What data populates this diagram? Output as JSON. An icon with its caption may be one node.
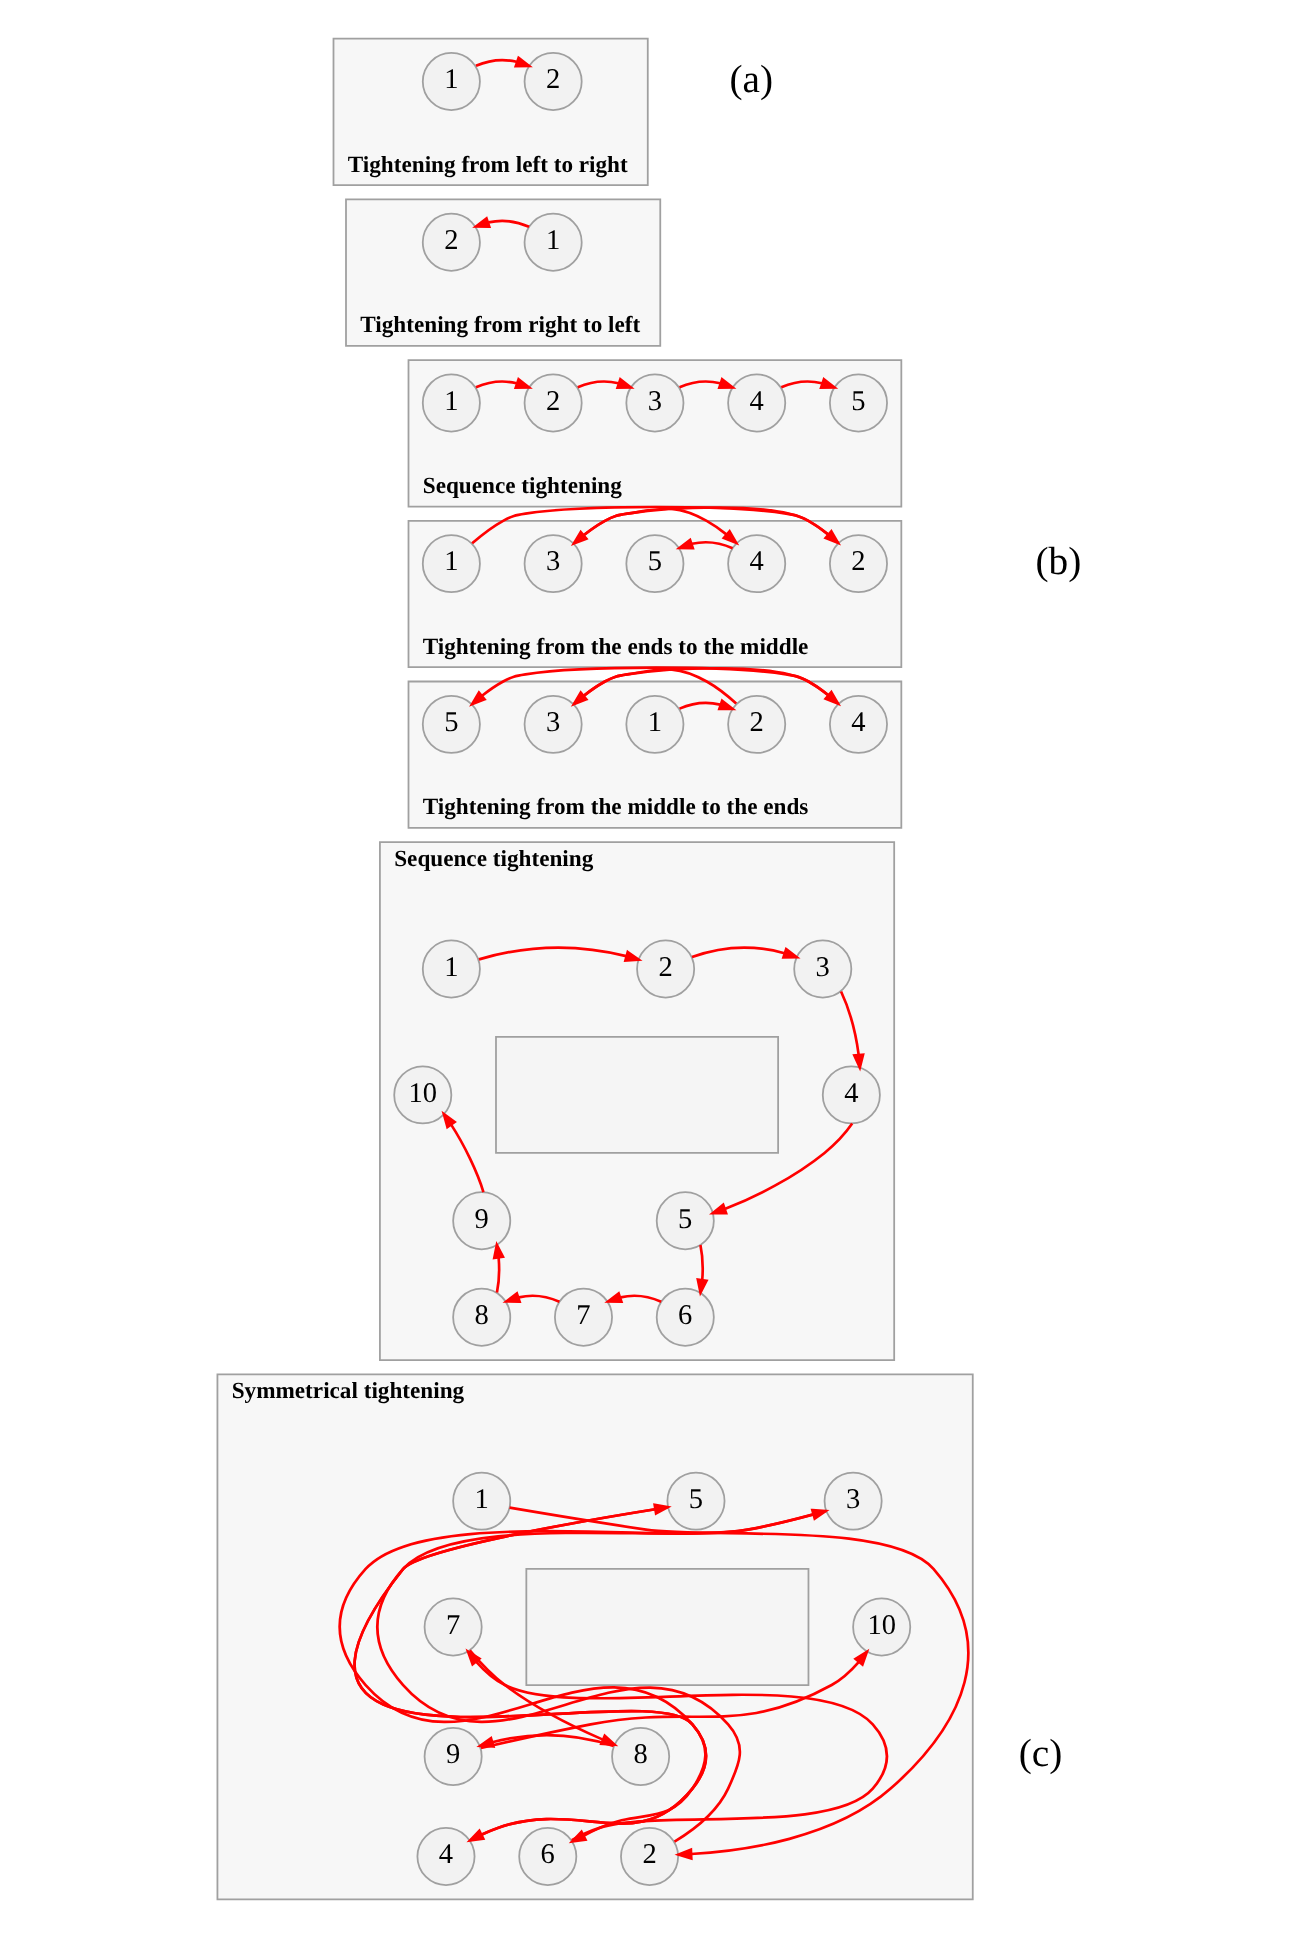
{
  "diagram": {
    "nodes": [
      {
        "text": [
          "Tightening from left to right"
        ]
      },
      {
        "text": [
          "1"
        ],
        "in": 0
      },
      {
        "text": [
          "2"
        ],
        "in": 0
      },
      {
        "text": [
          "Tightening from right to left"
        ]
      },
      {
        "text": [
          "2"
        ],
        "in": 3
      },
      {
        "text": [
          "1"
        ],
        "in": 3
      },
      {
        "text": [
          "Sequence tightening"
        ]
      },
      {
        "text": [
          "1"
        ],
        "in": 6
      },
      {
        "text": [
          "2"
        ],
        "in": 6
      },
      {
        "text": [
          "3"
        ],
        "in": 6
      },
      {
        "text": [
          "4"
        ],
        "in": 6
      },
      {
        "text": [
          "5"
        ],
        "in": 6
      },
      {
        "text": [
          "Tightening from the ends to the middle"
        ]
      },
      {
        "text": [
          "1"
        ],
        "in": 12
      },
      {
        "text": [
          "3"
        ],
        "in": 12
      },
      {
        "text": [
          "5"
        ],
        "in": 12
      },
      {
        "text": [
          "4"
        ],
        "in": 12
      },
      {
        "text": [
          "2"
        ],
        "in": 12
      },
      {
        "text": [
          "Tightening from the middle to the ends"
        ]
      },
      {
        "text": [
          "5"
        ],
        "in": 18
      },
      {
        "text": [
          "3"
        ],
        "in": 18
      },
      {
        "text": [
          "1"
        ],
        "in": 18
      },
      {
        "text": [
          "2"
        ],
        "in": 18
      },
      {
        "text": [
          "4"
        ],
        "in": 18
      },
      {
        "text": [
          "Sequence tightening"
        ]
      },
      {
        "text": [
          "1"
        ],
        "in": 24
      },
      {
        "text": [
          "2"
        ],
        "in": 24
      },
      {
        "text": [
          "3"
        ],
        "in": 24
      },
      {
        "text": [
          "10"
        ],
        "in": 24
      },
      {
        "text": [],
        "shape": "box",
        "in": 24
      },
      {
        "text": [
          "4"
        ],
        "in": 24
      },
      {
        "text": [
          "9"
        ],
        "in": 24
      },
      {
        "text": [
          "5"
        ],
        "in": 24
      },
      {
        "text": [
          "8"
        ],
        "in": 24
      },
      {
        "text": [
          "7"
        ],
        "in": 24
      },
      {
        "text": [
          "6"
        ],
        "in": 24
      },
      {
        "text": [
          "Symmetrical tightening"
        ]
      },
      {
        "text": [
          "1"
        ],
        "in": 36
      },
      {
        "text": [
          "5"
        ],
        "in": 36
      },
      {
        "text": [
          "3"
        ],
        "in": 36
      },
      {
        "text": [
          "7"
        ],
        "in": 36
      },
      {
        "text": [],
        "shape": "box",
        "in": 36
      },
      {
        "text": [
          "10"
        ],
        "in": 36
      },
      {
        "text": [
          "9"
        ],
        "in": 36
      },
      {
        "text": [
          "8"
        ],
        "in": 36
      },
      {
        "text": [
          "4"
        ],
        "in": 36
      },
      {
        "text": [
          "6"
        ],
        "in": 36
      },
      {
        "text": [
          "2"
        ],
        "in": 36
      }
    ],
    "edges": [
      {
        "from": 1,
        "to": 2,
        "arrow": "to"
      },
      {
        "from": 5,
        "to": 4,
        "arrow": "to"
      },
      {
        "from": 7,
        "to": 8,
        "arrow": "to"
      },
      {
        "from": 8,
        "to": 9,
        "arrow": "to"
      },
      {
        "from": 9,
        "to": 10,
        "arrow": "to"
      },
      {
        "from": 10,
        "to": 11,
        "arrow": "to"
      },
      {
        "from": 13,
        "to": 17,
        "arrow": "to"
      },
      {
        "from": 17,
        "to": 14,
        "arrow": "to"
      },
      {
        "from": 14,
        "to": 16,
        "arrow": "to"
      },
      {
        "from": 16,
        "to": 15,
        "arrow": "to"
      },
      {
        "from": 21,
        "to": 22,
        "arrow": "to"
      },
      {
        "from": 22,
        "to": 20,
        "arrow": "to"
      },
      {
        "from": 20,
        "to": 23,
        "arrow": "to"
      },
      {
        "from": 23,
        "to": 19,
        "arrow": "to"
      },
      {
        "from": 25,
        "to": 26,
        "arrow": "to"
      },
      {
        "from": 26,
        "to": 27,
        "arrow": "to"
      },
      {
        "from": 27,
        "to": 30,
        "arrow": "to"
      },
      {
        "from": 30,
        "to": 32,
        "arrow": "to"
      },
      {
        "from": 32,
        "to": 35,
        "arrow": "to"
      },
      {
        "from": 35,
        "to": 34,
        "arrow": "to"
      },
      {
        "from": 34,
        "to": 33,
        "arrow": "to"
      },
      {
        "from": 33,
        "to": 31,
        "arrow": "to"
      },
      {
        "from": 31,
        "to": 28,
        "arrow": "to"
      },
      {
        "from": 37,
        "to": 47,
        "arrow": "to"
      },
      {
        "from": 47,
        "to": 39,
        "arrow": "to"
      },
      {
        "from": 39,
        "to": 45,
        "arrow": "to"
      },
      {
        "from": 45,
        "to": 38,
        "arrow": "to"
      },
      {
        "from": 38,
        "to": 46,
        "arrow": "to"
      },
      {
        "from": 46,
        "to": 40,
        "arrow": "to"
      },
      {
        "from": 40,
        "to": 44,
        "arrow": "to"
      },
      {
        "from": 44,
        "to": 43,
        "arrow": "to"
      },
      {
        "from": 43,
        "to": 42,
        "arrow": "to"
      }
    ],
    "labels": [
      "(a)",
      "(b)",
      "(c)"
    ]
  }
}
